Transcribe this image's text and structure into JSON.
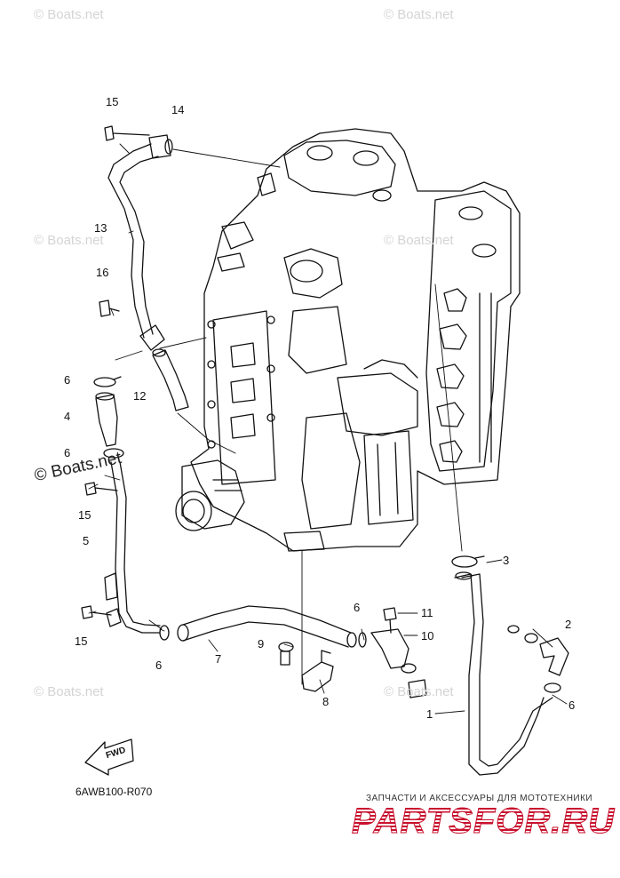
{
  "watermarks": [
    "© Boats.net",
    "© Boats.net",
    "© Boats.net",
    "© Boats.net",
    "© Boats.net",
    "© Boats.net",
    "© Boats.net"
  ],
  "callouts": [
    {
      "number": "1"
    },
    {
      "number": "2"
    },
    {
      "number": "3"
    },
    {
      "number": "4"
    },
    {
      "number": "5"
    },
    {
      "number": "6"
    },
    {
      "number": "6"
    },
    {
      "number": "6"
    },
    {
      "number": "6"
    },
    {
      "number": "6"
    },
    {
      "number": "7"
    },
    {
      "number": "8"
    },
    {
      "number": "9"
    },
    {
      "number": "10"
    },
    {
      "number": "11"
    },
    {
      "number": "12"
    },
    {
      "number": "13"
    },
    {
      "number": "14"
    },
    {
      "number": "15"
    },
    {
      "number": "15"
    },
    {
      "number": "15"
    },
    {
      "number": "16"
    }
  ],
  "direction_arrow": {
    "label": "FWD"
  },
  "reference_code": "6AWB100-R070",
  "banner": {
    "tagline": "ЗАПЧАСТИ И АКСЕССУАРЫ ДЛЯ МОТОТЕХНИКИ",
    "logo_text": "PARTSFOR.RU"
  }
}
